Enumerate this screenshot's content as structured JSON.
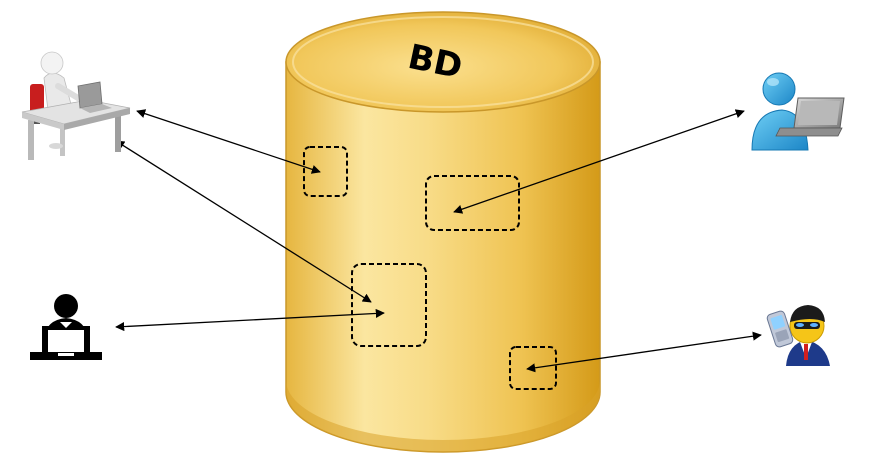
{
  "database": {
    "label": "BD"
  },
  "colors": {
    "cylinder_light": "#fbe7a0",
    "cylinder_mid": "#f0c85c",
    "cylinder_dark": "#d9a11f",
    "cylinder_edge": "#c99a2e",
    "arrow": "#000000",
    "user_skin": "#1e9bd6",
    "laptop": "#8a8a8a"
  },
  "users": [
    {
      "name": "desk-worker-3d",
      "icon": "person-at-desk-with-laptop-icon"
    },
    {
      "name": "laptop-user-silhouette",
      "icon": "user-with-laptop-silhouette-icon"
    },
    {
      "name": "blue-user-with-laptop",
      "icon": "blue-user-laptop-icon"
    },
    {
      "name": "mobile-phone-user",
      "icon": "user-with-mobile-phone-icon"
    }
  ],
  "data_regions": [
    {
      "name": "region-small-left"
    },
    {
      "name": "region-right-top"
    },
    {
      "name": "region-center-large"
    },
    {
      "name": "region-bottom-small"
    }
  ]
}
